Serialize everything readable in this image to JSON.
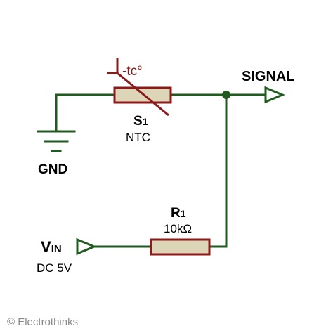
{
  "colors": {
    "wire": "#1f5a1f",
    "component_stroke": "#8b1a1a",
    "component_fill": "#ddd5b8",
    "text": "#000000",
    "watermark": "#888888"
  },
  "labels": {
    "signal": "SIGNAL",
    "gnd": "GND",
    "thermistor_ref_main": "S",
    "thermistor_ref_sub": "1",
    "thermistor_type": "NTC",
    "thermistor_coeff": "-tc°",
    "resistor_ref_main": "R",
    "resistor_ref_sub": "1",
    "resistor_value": "10kΩ",
    "vin_main": "V",
    "vin_sub": "IN",
    "vin_value": "DC 5V",
    "watermark": "© Electrothinks"
  },
  "icons": {
    "ground": "ground-symbol-icon",
    "signal_port": "output-port-arrow-icon",
    "vin_port": "input-port-arrow-icon",
    "junction": "junction-dot-icon"
  }
}
